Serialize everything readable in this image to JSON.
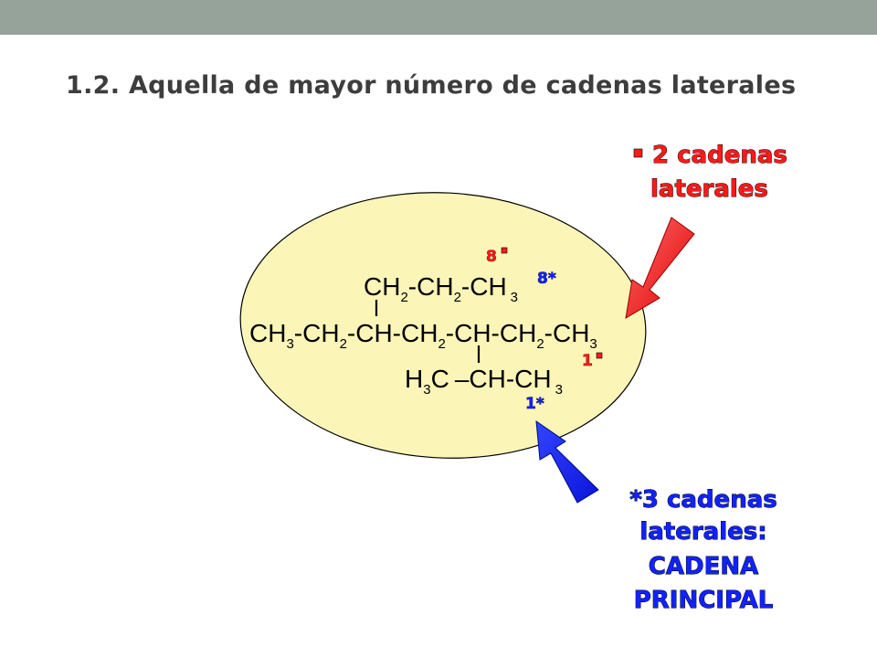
{
  "slide": {
    "title": "1.2. Aquella de mayor número de cadenas laterales"
  },
  "molecule": {
    "top_chain": {
      "ch2_a": "CH",
      "sub_a": "2",
      "ch2_b": "-CH",
      "sub_b": "2",
      "ch3": "-CH",
      "sub_c": "3"
    },
    "main_chain": {
      "s1": "CH",
      "n1": "3",
      "s2": "-CH",
      "n2": "2",
      "s3": "-CH-CH",
      "n3": "2",
      "s4": "-CH-CH",
      "n4": "2",
      "s5": "-CH",
      "n5": "3"
    },
    "bottom_chain": {
      "h": "H",
      "n1": "3",
      "c": "C",
      "dash": "–",
      "ch": "CH-CH",
      "n2": "3"
    }
  },
  "numbering": {
    "red_8": "8",
    "red_1": "1",
    "blue_8": "8*",
    "blue_1": "1*"
  },
  "annotations": {
    "red_label_line1": "2 cadenas",
    "red_label_line2": "laterales",
    "blue_label_line1": "*3 cadenas",
    "blue_label_line2": "laterales:",
    "blue_label_line3": "CADENA",
    "blue_label_line4": "PRINCIPAL"
  },
  "colors": {
    "top_bar": "#95a39a",
    "ellipse_fill": "#fbf5b8",
    "red": "#ff1a1a",
    "blue": "#1122ff",
    "title_text": "#3d3d3d"
  },
  "icons": {
    "red_bullet": "square-bullet",
    "red_arrow": "arrow-down-left",
    "blue_arrow": "arrow-up-left"
  }
}
